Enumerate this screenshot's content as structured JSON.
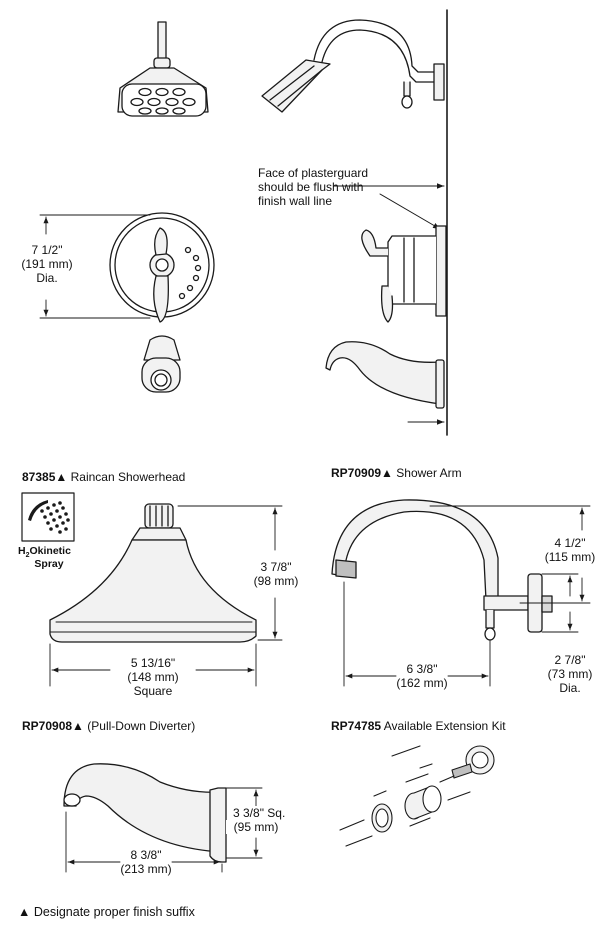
{
  "colors": {
    "ink": "#1a1a1a",
    "metal": "#f2f2f2",
    "shade": "#bfbfbf",
    "accent": "#d9d9d9"
  },
  "top": {
    "plaster_note": [
      "Face of plasterguard",
      "should be flush with",
      "finish wall line"
    ],
    "trim_dim": {
      "in": "7 1/2\"",
      "mm": "(191 mm)",
      "suffix": "Dia."
    }
  },
  "showerhead": {
    "part": "87385",
    "mark": "▲",
    "name": " Raincan Showerhead",
    "badge_brand": "H",
    "badge_sub": "2",
    "badge_brand_rest": "Okinetic",
    "badge_word": "Spray",
    "height": {
      "in": "3 7/8\"",
      "mm": "(98 mm)"
    },
    "width": {
      "in": "5 13/16\"",
      "mm": "(148 mm)",
      "suffix": "Square"
    }
  },
  "arm": {
    "part": "RP70909",
    "mark": "▲",
    "name": " Shower Arm",
    "rise": {
      "in": "4 1/2\"",
      "mm": "(115 mm)"
    },
    "reach": {
      "in": "6 3/8\"",
      "mm": "(162 mm)"
    },
    "flange": {
      "in": "2 7/8\"",
      "mm": "(73 mm)",
      "suffix": "Dia."
    }
  },
  "diverter": {
    "part": "RP70908",
    "mark": "▲",
    "name": "  (Pull-Down Diverter)",
    "flange": {
      "in": "3 3/8\" Sq.",
      "mm": "(95 mm)"
    },
    "length": {
      "in": "8 3/8\"",
      "mm": "(213 mm)"
    }
  },
  "kit": {
    "part": "RP74785",
    "name": " Available Extension Kit"
  },
  "footnote": {
    "mark": "▲",
    "text": " Designate proper finish suffix"
  }
}
